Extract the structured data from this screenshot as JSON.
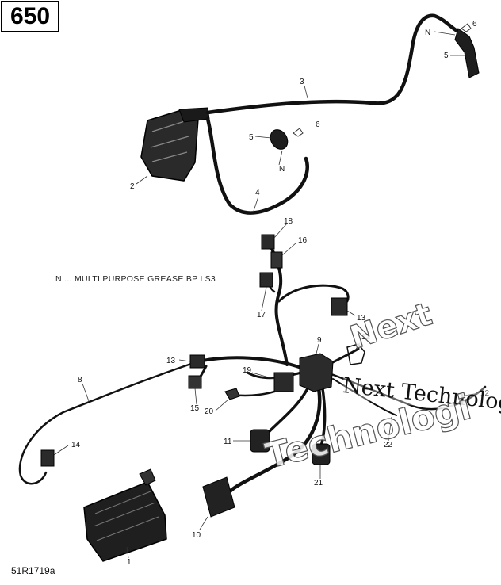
{
  "model": "650",
  "note": "N ... MULTI PURPOSE GREASE BP LS3",
  "figure_id": "51R1719a",
  "watermark": {
    "name": "Next",
    "line": "Next Technologi",
    "big": "Technologi"
  },
  "callouts": {
    "c1": "1",
    "c2": "2",
    "c3": "3",
    "c4": "4",
    "c5a": "5",
    "c5b": "5",
    "c6a": "6",
    "c6b": "6",
    "n_a": "N",
    "n_b": "N",
    "c8": "8",
    "c9": "9",
    "c10": "10",
    "c11": "11",
    "c12a": "12",
    "c12b": "12",
    "c13a": "13",
    "c13b": "13",
    "c14": "14",
    "c15": "15",
    "c16": "16",
    "c17": "17",
    "c18": "18",
    "c19": "19",
    "c20": "20",
    "c21": "21",
    "c22": "22"
  }
}
